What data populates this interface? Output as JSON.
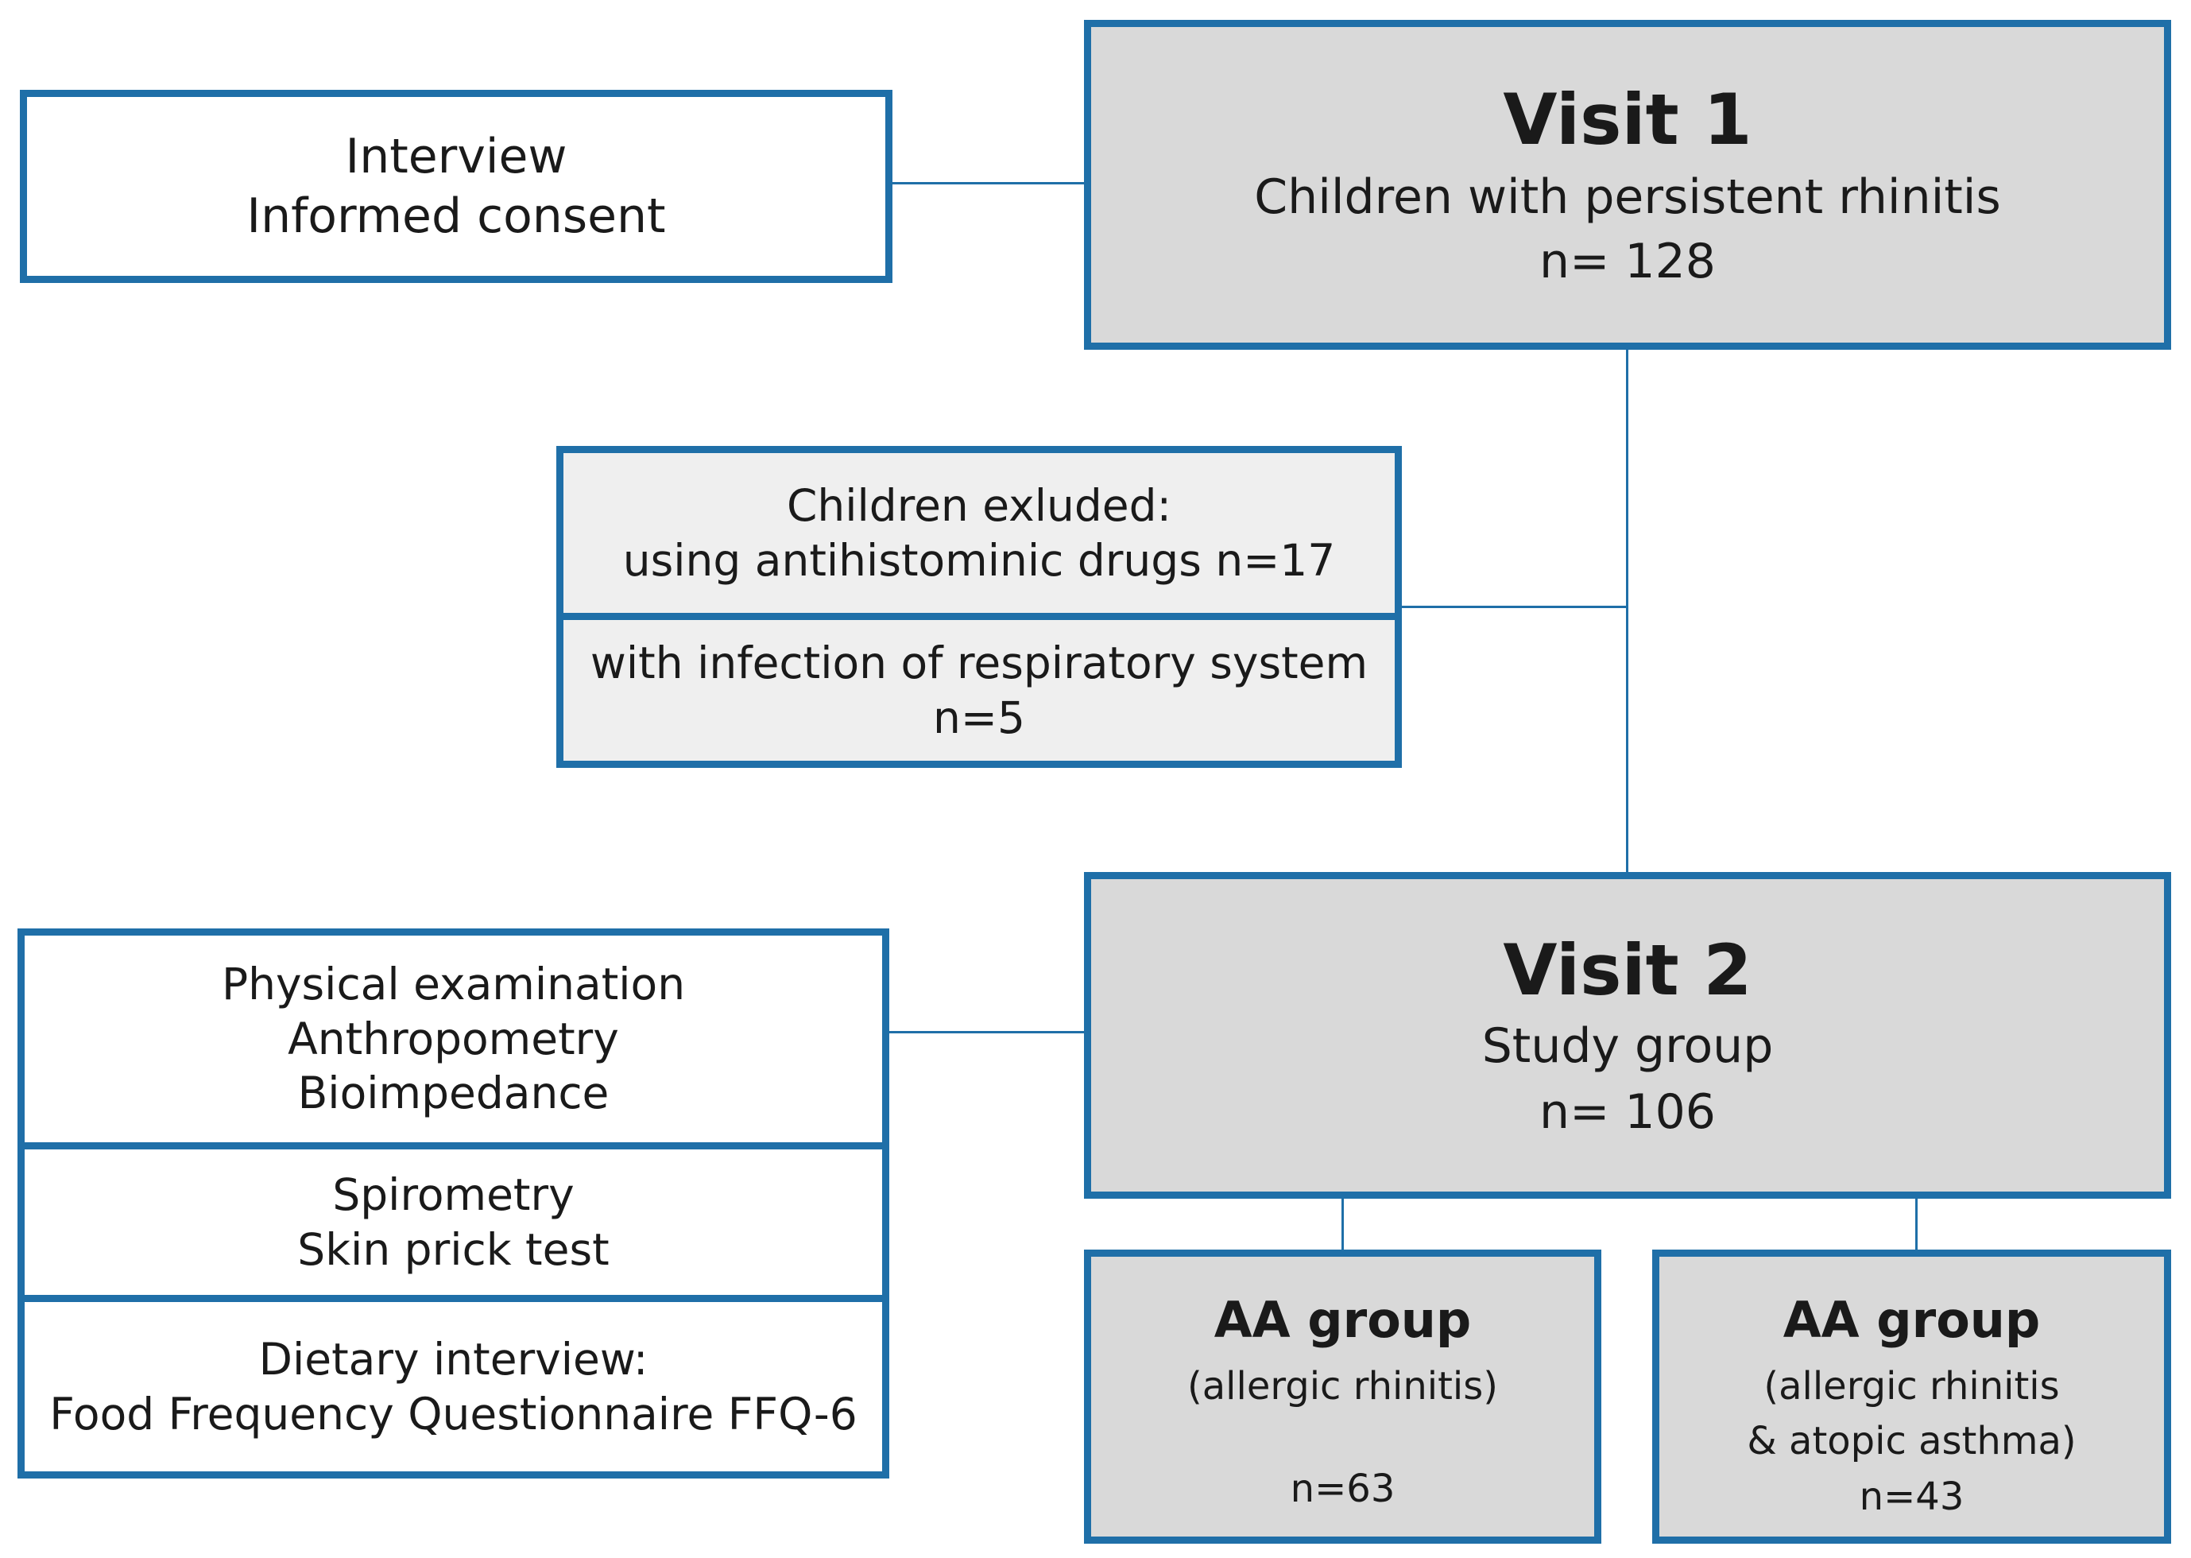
{
  "interview_box": {
    "line1": "Interview",
    "line2": "Informed consent"
  },
  "visit1": {
    "title": "Visit 1",
    "subtitle": "Children with persistent rhinitis",
    "count": "n= 128"
  },
  "excluded": {
    "part1_line1": "Children exluded:",
    "part1_line2": "using antihistominic drugs n=17",
    "part2_line1": "with infection of respiratory system",
    "part2_line2": "n=5"
  },
  "procedures": {
    "exam_line1": "Physical examination",
    "exam_line2": "Anthropometry",
    "exam_line3": "Bioimpedance",
    "tests_line1": "Spirometry",
    "tests_line2": "Skin prick test",
    "diet_line1": "Dietary interview:",
    "diet_line2": "Food Frequency Questionnaire FFQ-6"
  },
  "visit2": {
    "title": "Visit 2",
    "subtitle": "Study group",
    "count": "n= 106"
  },
  "group_left": {
    "title": "AA group",
    "line1": "(allergic rhinitis)",
    "count": "n=63"
  },
  "group_right": {
    "title": "AA group",
    "line1": "(allergic rhinitis",
    "line2": "& atopic asthma)",
    "count": "n=43"
  },
  "colors": {
    "border": "#1f6fa8",
    "visit_fill": "#d9d9d9",
    "excluded_fill": "#efefef"
  }
}
